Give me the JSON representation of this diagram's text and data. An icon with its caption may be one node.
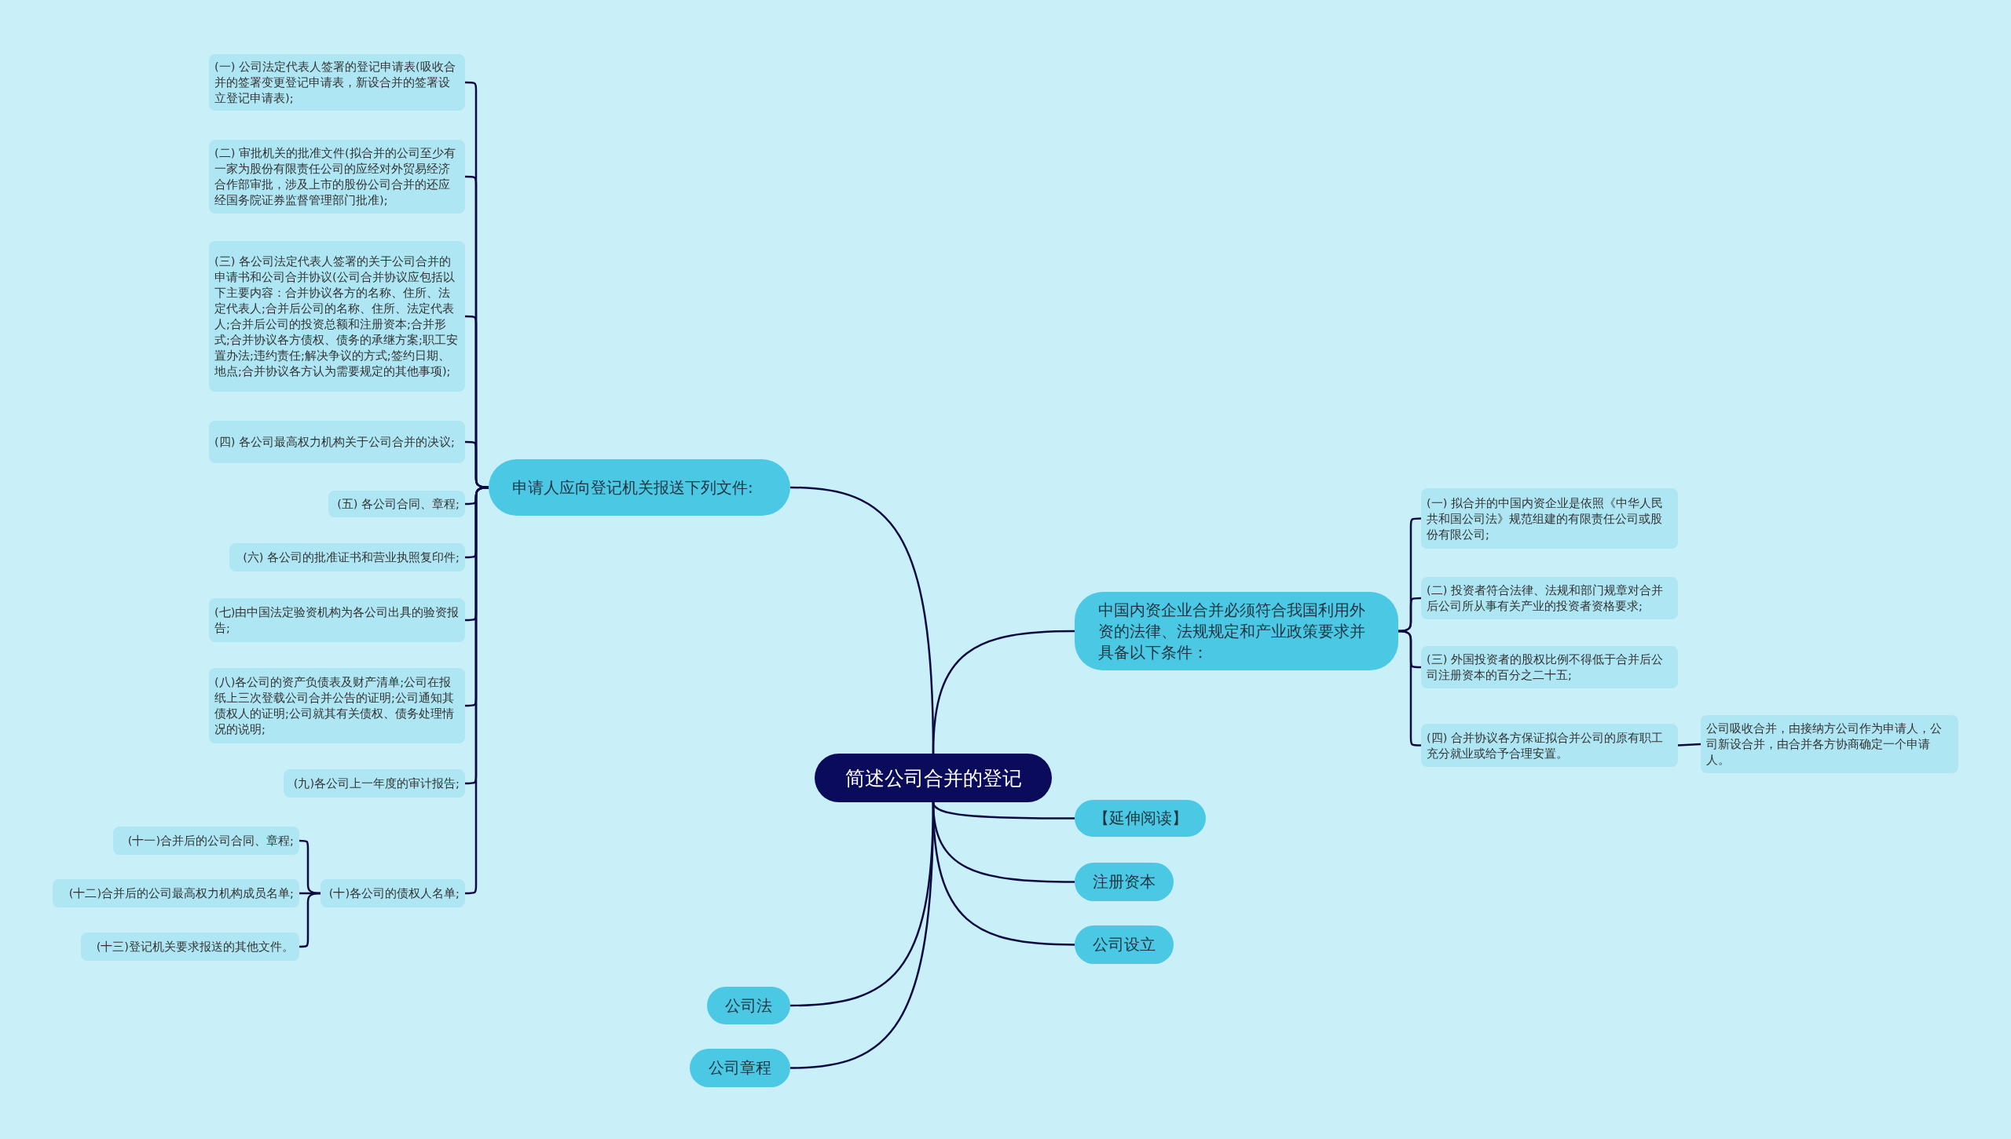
{
  "diagram": {
    "nodes": [
      {
        "text": [
          "简述公司合并的登记"
        ]
      },
      {
        "text": [
          "申请人应向登记机关报送下列文件:"
        ]
      },
      {
        "text": [
          "(一) 公司法定代表人签署的登记申请表(吸收合并的签署变更登记申请表，新设合并的签署设立登记申请表);"
        ]
      },
      {
        "text": [
          "(二) 审批机关的批准文件(拟合并的公司至少有一家为股份有限责任公司的应经对外贸易经济合作部审批，涉及上市的股份公司合并的还应经国务院证券监督管理部门批准);"
        ]
      },
      {
        "text": [
          "(三) 各公司法定代表人签署的关于公司合并的申请书和公司合并协议(公司合并协议应包括以下主要内容：合并协议各方的名称、住所、法定代表人;合并后公司的名称、住所、法定代表人;合并后公司的投资总额和注册资本;合并形式;合并协议各方债权、债务的承继方案;职工安置办法;违约责任;解决争议的方式;签约日期、地点;合并协议各方认为需要规定的其他事项);"
        ]
      },
      {
        "text": [
          "(四) 各公司最高权力机构关于公司合并的决议;"
        ]
      },
      {
        "text": [
          "(五) 各公司合同、章程;"
        ]
      },
      {
        "text": [
          "(六) 各公司的批准证书和营业执照复印件;"
        ]
      },
      {
        "text": [
          "(七)由中国法定验资机构为各公司出具的验资报告;"
        ]
      },
      {
        "text": [
          "(八)各公司的资产负债表及财产清单;公司在报纸上三次登载公司合并公告的证明;公司通知其债权人的证明;公司就其有关债权、债务处理情况的说明;"
        ]
      },
      {
        "text": [
          "(九)各公司上一年度的审计报告;"
        ]
      },
      {
        "text": [
          "(十)各公司的债权人名单;"
        ]
      },
      {
        "text": [
          "(十一)合并后的公司合同、章程;"
        ]
      },
      {
        "text": [
          "(十二)合并后的公司最高权力机构成员名单;"
        ]
      },
      {
        "text": [
          "(十三)登记机关要求报送的其他文件。"
        ]
      },
      {
        "text": [
          "中国内资企业合并必须符合我国利用外资的法律、法规规定和产业政策要求并具备以下条件："
        ]
      },
      {
        "text": [
          "(一) 拟合并的中国内资企业是依照《中华人民共和国公司法》规范组建的有限责任公司或股份有限公司;"
        ]
      },
      {
        "text": [
          "(二) 投资者符合法律、法规和部门规章对合并后公司所从事有关产业的投资者资格要求;"
        ]
      },
      {
        "text": [
          "(三) 外国投资者的股权比例不得低于合并后公司注册资本的百分之二十五;"
        ]
      },
      {
        "text": [
          "(四) 合并协议各方保证拟合并公司的原有职工充分就业或给予合理安置。"
        ]
      },
      {
        "text": [
          "公司吸收合并，由接纳方公司作为申请人，公司新设合并，由合并各方协商确定一个申请人。"
        ]
      },
      {
        "text": [
          "【延伸阅读】"
        ]
      },
      {
        "text": [
          "注册资本"
        ]
      },
      {
        "text": [
          "公司设立"
        ]
      },
      {
        "text": [
          "公司法"
        ]
      },
      {
        "text": [
          "公司章程"
        ]
      }
    ],
    "edges": [
      {
        "from": 0,
        "to": 1,
        "arrow": "none"
      },
      {
        "from": 1,
        "to": 2,
        "arrow": "none"
      },
      {
        "from": 1,
        "to": 3,
        "arrow": "none"
      },
      {
        "from": 1,
        "to": 4,
        "arrow": "none"
      },
      {
        "from": 1,
        "to": 5,
        "arrow": "none"
      },
      {
        "from": 1,
        "to": 6,
        "arrow": "none"
      },
      {
        "from": 1,
        "to": 7,
        "arrow": "none"
      },
      {
        "from": 1,
        "to": 8,
        "arrow": "none"
      },
      {
        "from": 1,
        "to": 9,
        "arrow": "none"
      },
      {
        "from": 1,
        "to": 10,
        "arrow": "none"
      },
      {
        "from": 1,
        "to": 11,
        "arrow": "none"
      },
      {
        "from": 11,
        "to": 12,
        "arrow": "none"
      },
      {
        "from": 11,
        "to": 13,
        "arrow": "none"
      },
      {
        "from": 11,
        "to": 14,
        "arrow": "none"
      },
      {
        "from": 0,
        "to": 15,
        "arrow": "none"
      },
      {
        "from": 15,
        "to": 16,
        "arrow": "none"
      },
      {
        "from": 15,
        "to": 17,
        "arrow": "none"
      },
      {
        "from": 15,
        "to": 18,
        "arrow": "none"
      },
      {
        "from": 15,
        "to": 19,
        "arrow": "none"
      },
      {
        "from": 19,
        "to": 20,
        "arrow": "none"
      },
      {
        "from": 0,
        "to": 21,
        "arrow": "none"
      },
      {
        "from": 0,
        "to": 22,
        "arrow": "none"
      },
      {
        "from": 0,
        "to": 23,
        "arrow": "none"
      },
      {
        "from": 0,
        "to": 24,
        "arrow": "none"
      },
      {
        "from": 0,
        "to": 25,
        "arrow": "none"
      }
    ]
  }
}
